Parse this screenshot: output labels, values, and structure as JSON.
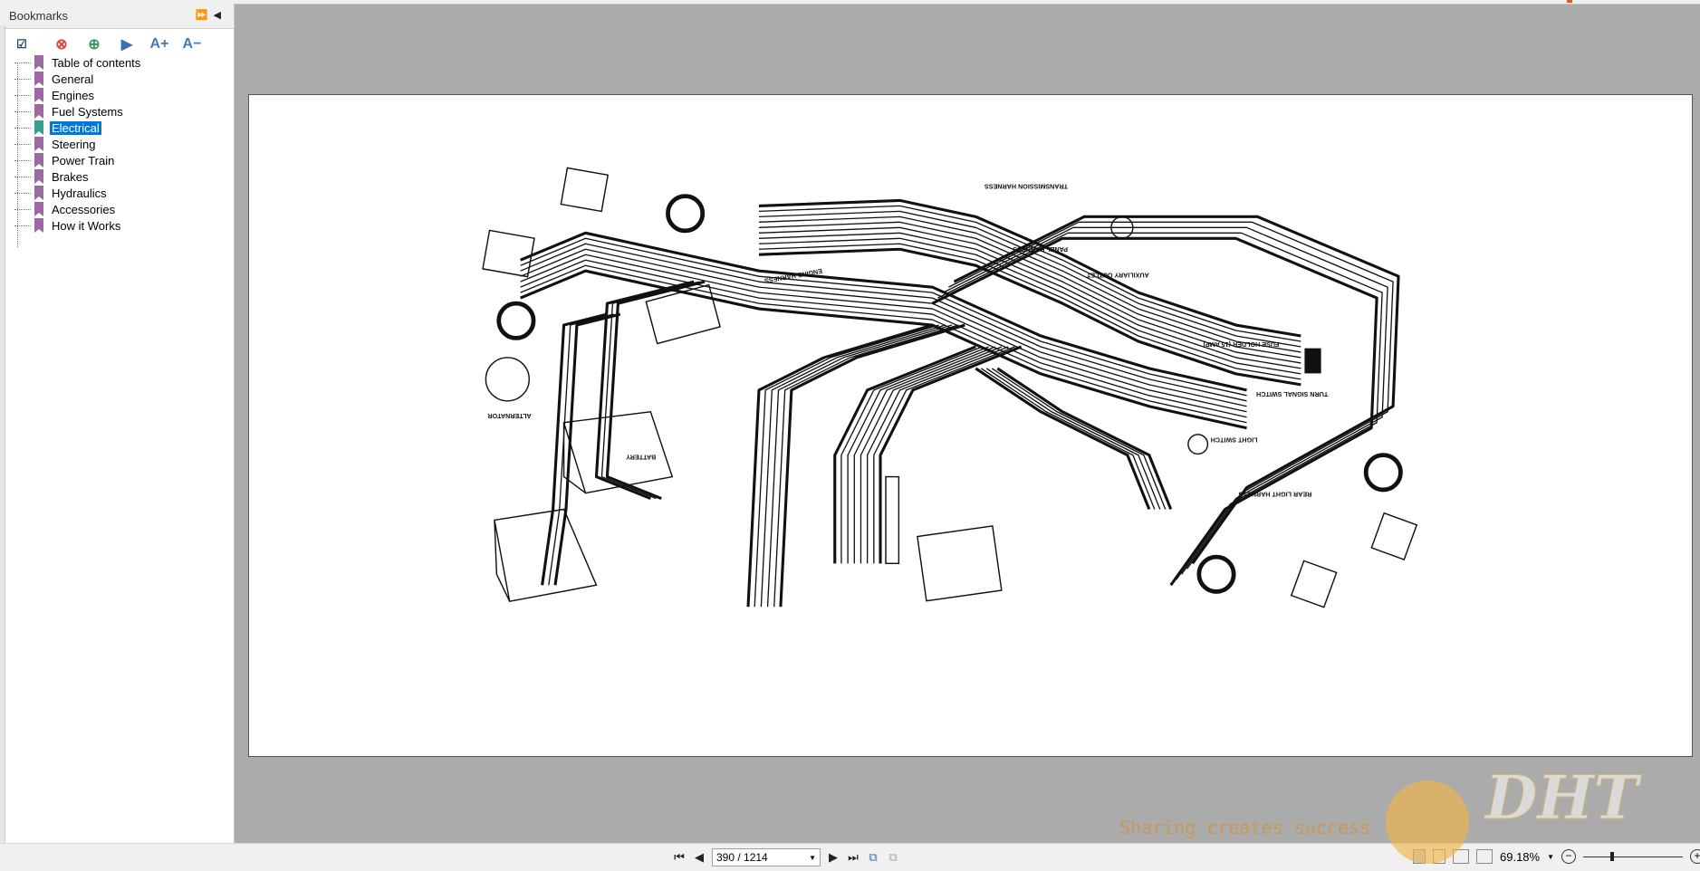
{
  "sidebar": {
    "title": "Bookmarks",
    "header_buttons": [
      "expand-icon",
      "collapse-panel-icon"
    ],
    "toolbar": [
      "expand-all-icon",
      "delete-bookmark-icon",
      "add-bookmark-icon",
      "go-to-bookmark-icon",
      "increase-font-icon",
      "decrease-font-icon"
    ],
    "font_up": "A+",
    "font_down": "A−",
    "items": [
      {
        "label": "Table of contents"
      },
      {
        "label": "General"
      },
      {
        "label": "Engines"
      },
      {
        "label": "Fuel Systems"
      },
      {
        "label": "Electrical",
        "selected": true
      },
      {
        "label": "Steering"
      },
      {
        "label": "Power Train"
      },
      {
        "label": "Brakes"
      },
      {
        "label": "Hydraulics"
      },
      {
        "label": "Accessories"
      },
      {
        "label": "How it Works"
      }
    ]
  },
  "diagram": {
    "labels": {
      "transmission": "TRANSMISSION HARNESS",
      "panel": "PANEL HARNESS",
      "engine": "ENGINE HARNESS",
      "rear": "REAR LIGHT HARNESS",
      "fuse": "FUSE HOLDER (15 AMP)",
      "turn": "TURN SIGNAL SWITCH",
      "light": "LIGHT SWITCH",
      "battery": "BATTERY",
      "alternator": "ALTERNATOR",
      "outlet": "AUXILIARY OUTLET"
    }
  },
  "bottom": {
    "page_value": "390 / 1214",
    "zoom": "69.18%"
  },
  "watermark": {
    "logo": "DHT",
    "tagline": "Sharing creates success"
  },
  "colors": {
    "accent": "#0078d7",
    "bookmark": "#9b6aa0",
    "bookmark_selected": "#3a9a94",
    "canvas": "#ababab"
  }
}
